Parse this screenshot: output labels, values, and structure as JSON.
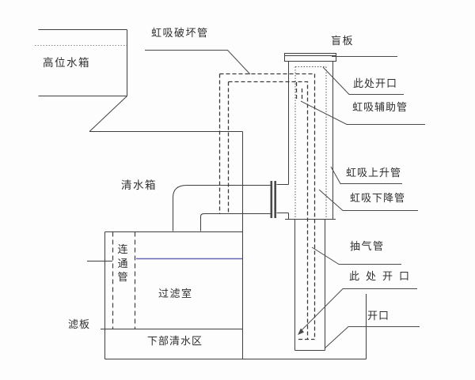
{
  "diagram": {
    "labels": {
      "high_tank": "高位水箱",
      "siphon_breaker_pipe": "虹吸破坏管",
      "blind_plate": "盲板",
      "opening_here_top": "此处开口",
      "siphon_aux_pipe": "虹吸辅助管",
      "siphon_rising_pipe": "虹吸上升管",
      "siphon_descending_pipe": "虹吸下降管",
      "clean_water_tank": "清水箱",
      "connecting_pipe": "连通管",
      "filter_chamber": "过滤室",
      "air_extraction_pipe": "抽气管",
      "opening_here_bottom": "此处开口",
      "filter_plate": "滤板",
      "lower_clean_water_zone": "下部清水区",
      "opening": "开口"
    },
    "colors": {
      "line": "#3f3f3f",
      "leader_line": "#4a4a4a",
      "water_level_line": "#6868b8",
      "text": "#2e2e2e",
      "background": "#fdfdfd"
    }
  }
}
